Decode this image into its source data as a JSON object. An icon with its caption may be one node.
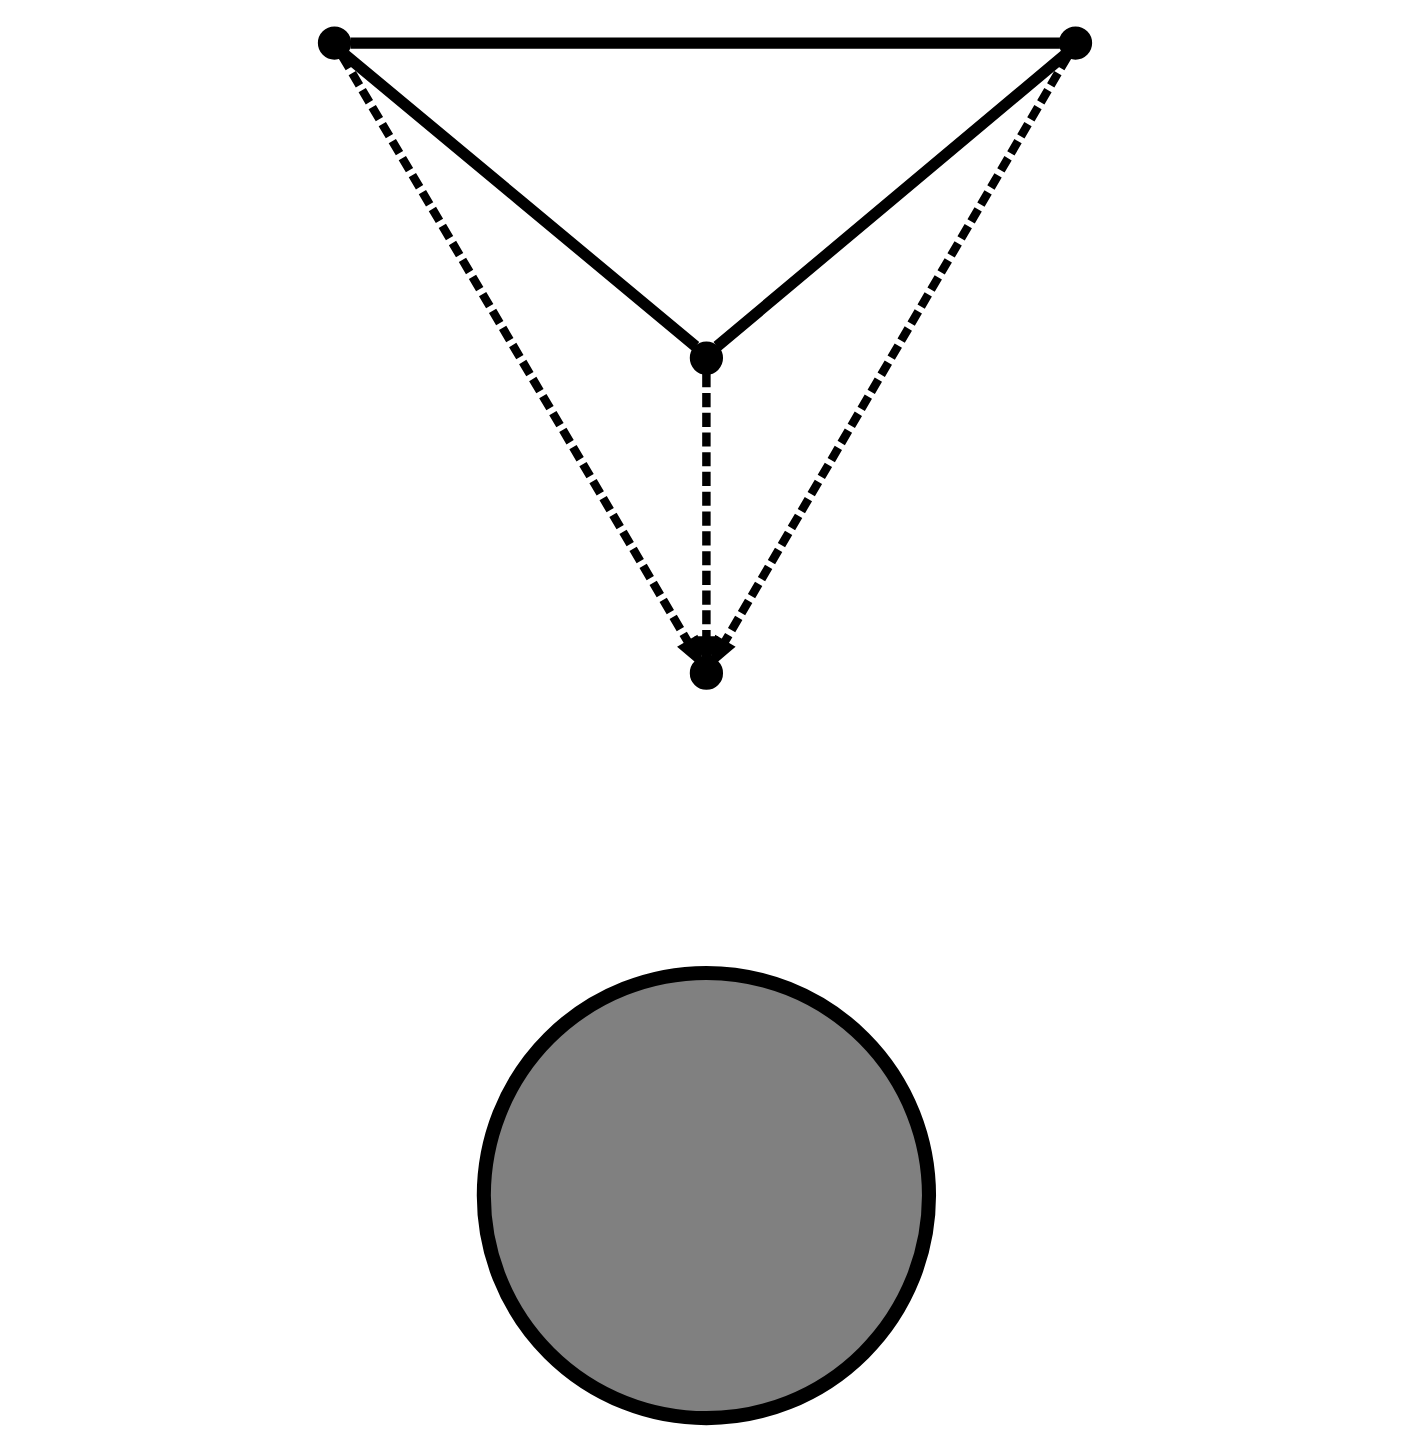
{
  "diagram": {
    "nodes": [
      {
        "text": [],
        "shape": "point"
      },
      {
        "text": [],
        "shape": "point"
      },
      {
        "text": [],
        "shape": "point"
      },
      {
        "text": [],
        "shape": "point"
      },
      {
        "text": [],
        "shape": "circle"
      }
    ],
    "edges": [
      {
        "from": 0,
        "to": 1,
        "arrow": "none"
      },
      {
        "from": 0,
        "to": 2,
        "arrow": "none"
      },
      {
        "from": 2,
        "to": 1,
        "arrow": "none"
      },
      {
        "from": 0,
        "to": 3,
        "arrow": "to",
        "style": "dashed"
      },
      {
        "from": 2,
        "to": 3,
        "arrow": "to",
        "style": "dashed"
      },
      {
        "from": 1,
        "to": 3,
        "arrow": "to",
        "style": "dashed"
      }
    ]
  }
}
